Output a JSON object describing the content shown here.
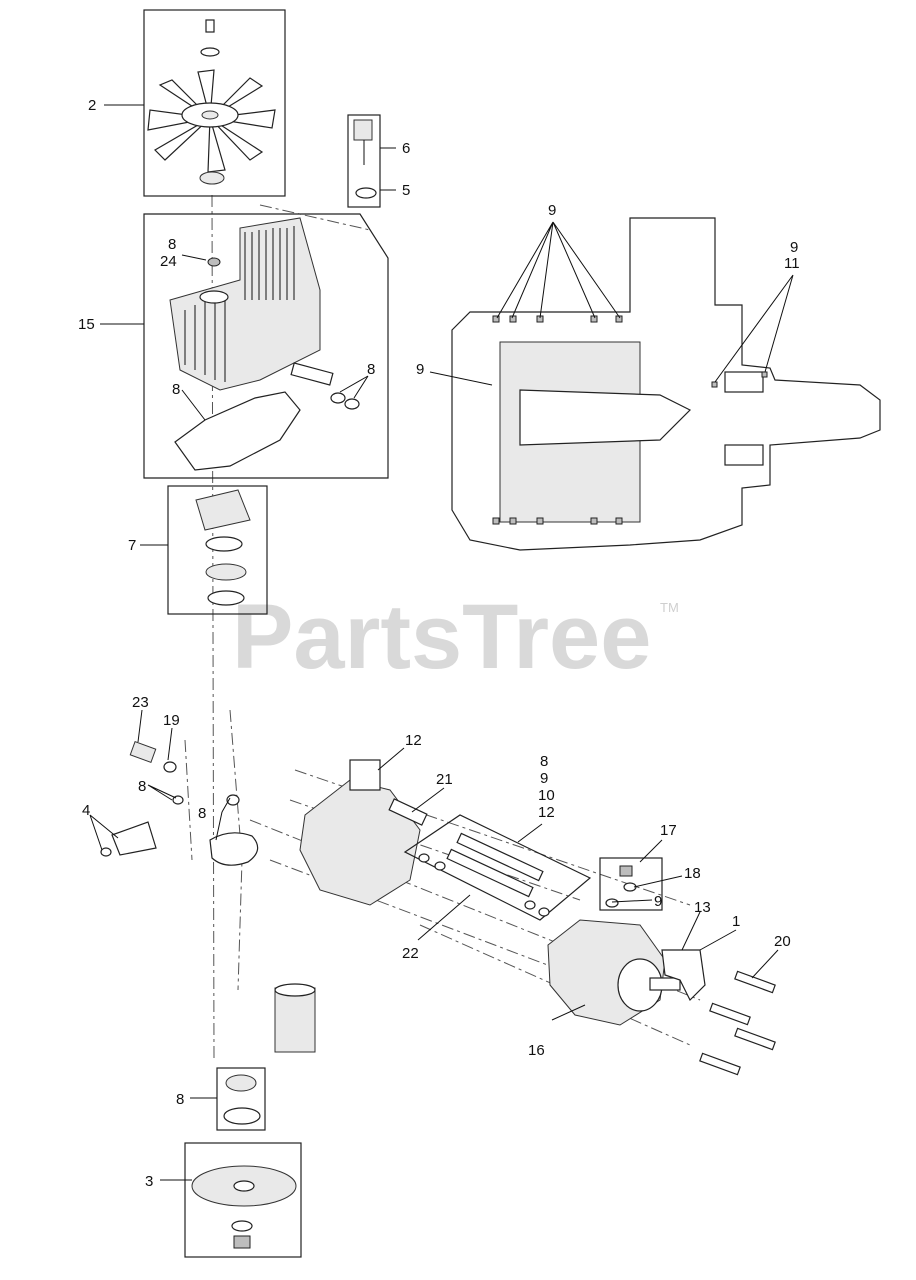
{
  "watermark": {
    "text": "PartsTree",
    "trademark": "TM"
  },
  "callouts": {
    "c2": "2",
    "c6": "6",
    "c5": "5",
    "c8_top": "8",
    "c24": "24",
    "c15": "15",
    "c8_seals": "8",
    "c8_gasket": "8",
    "c7": "7",
    "c9_a": "9",
    "c9_b": "9",
    "c11": "11",
    "c9_left": "9",
    "c23": "23",
    "c19": "19",
    "c8_b": "8",
    "c8_c": "8",
    "c4": "4",
    "c12_top": "12",
    "c21": "21",
    "c8_stack": "8",
    "c9_stack": "9",
    "c10_stack": "10",
    "c12_stack": "12",
    "c17": "17",
    "c18": "18",
    "c9_d": "9",
    "c13": "13",
    "c1": "1",
    "c20": "20",
    "c22": "22",
    "c16": "16",
    "c8_bottom": "8",
    "c3": "3"
  }
}
